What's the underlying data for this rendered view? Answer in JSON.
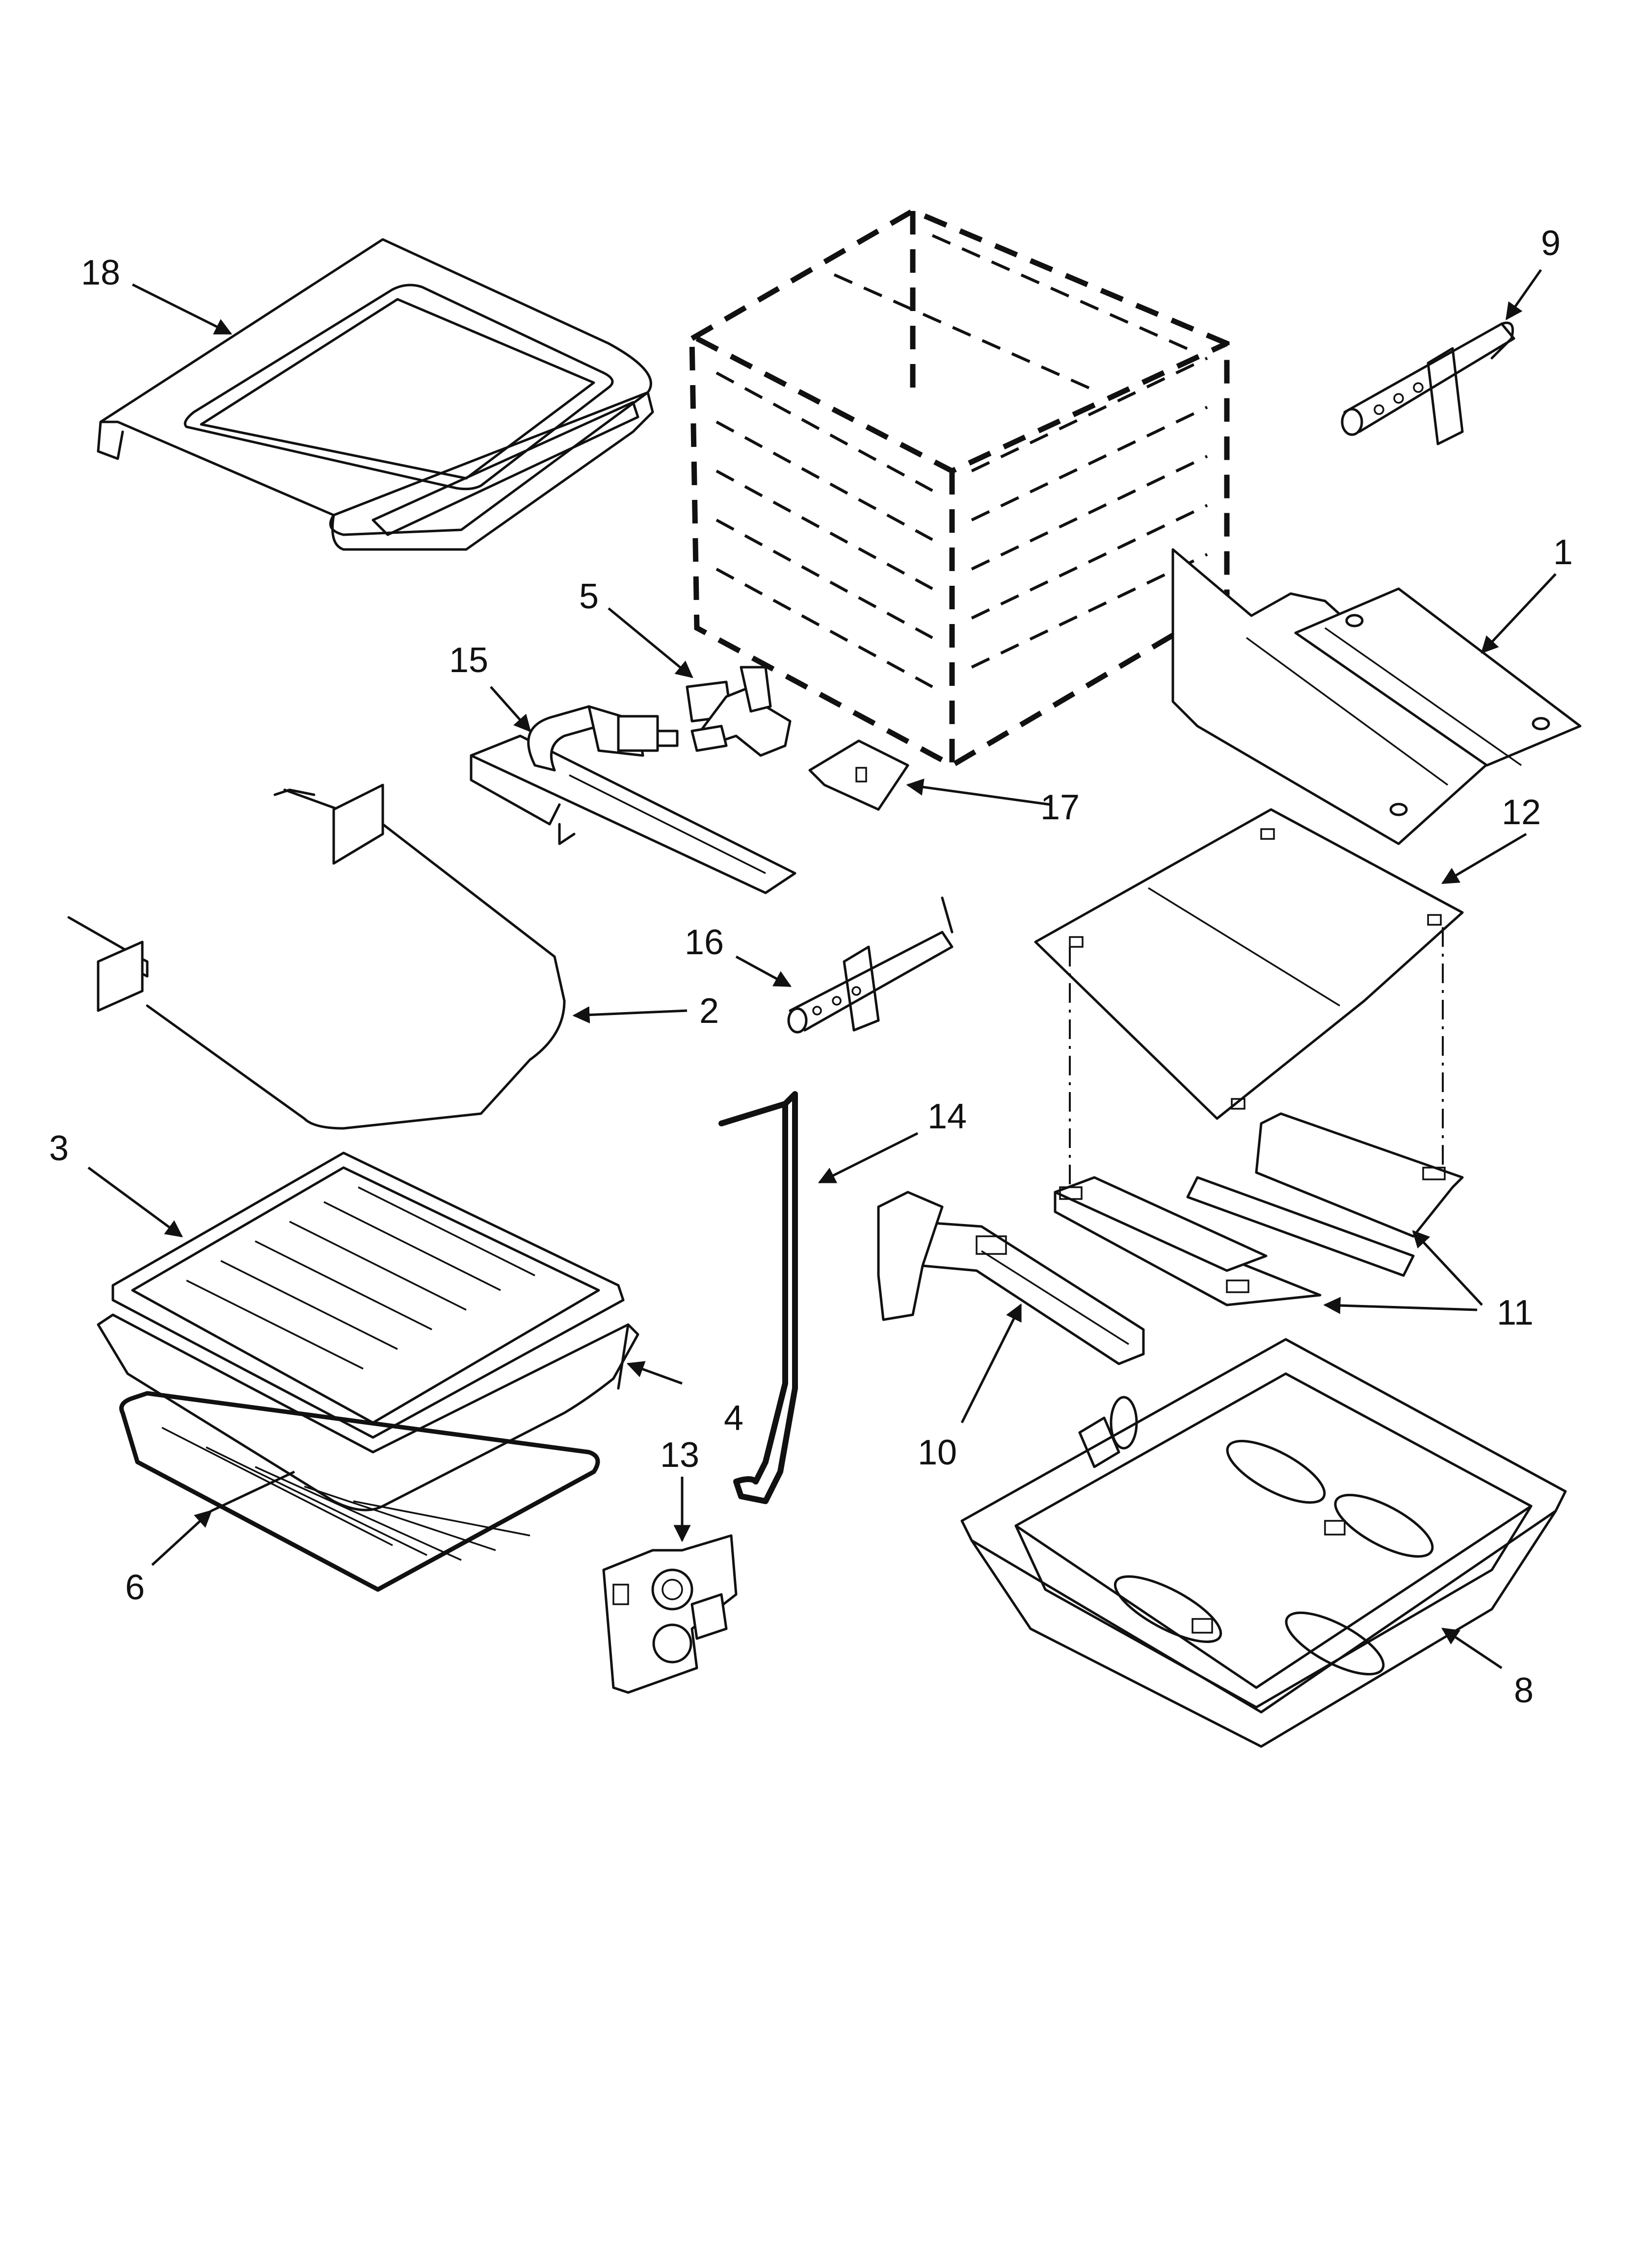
{
  "diagram": {
    "callouts": [
      {
        "id": "c1",
        "label": "1"
      },
      {
        "id": "c2",
        "label": "2"
      },
      {
        "id": "c3",
        "label": "3"
      },
      {
        "id": "c4",
        "label": "4"
      },
      {
        "id": "c5",
        "label": "5"
      },
      {
        "id": "c6",
        "label": "6"
      },
      {
        "id": "c8",
        "label": "8"
      },
      {
        "id": "c9",
        "label": "9"
      },
      {
        "id": "c10",
        "label": "10"
      },
      {
        "id": "c11",
        "label": "11"
      },
      {
        "id": "c12",
        "label": "12"
      },
      {
        "id": "c13",
        "label": "13"
      },
      {
        "id": "c14",
        "label": "14"
      },
      {
        "id": "c15",
        "label": "15"
      },
      {
        "id": "c16",
        "label": "16"
      },
      {
        "id": "c17",
        "label": "17"
      },
      {
        "id": "c18",
        "label": "18"
      }
    ]
  }
}
